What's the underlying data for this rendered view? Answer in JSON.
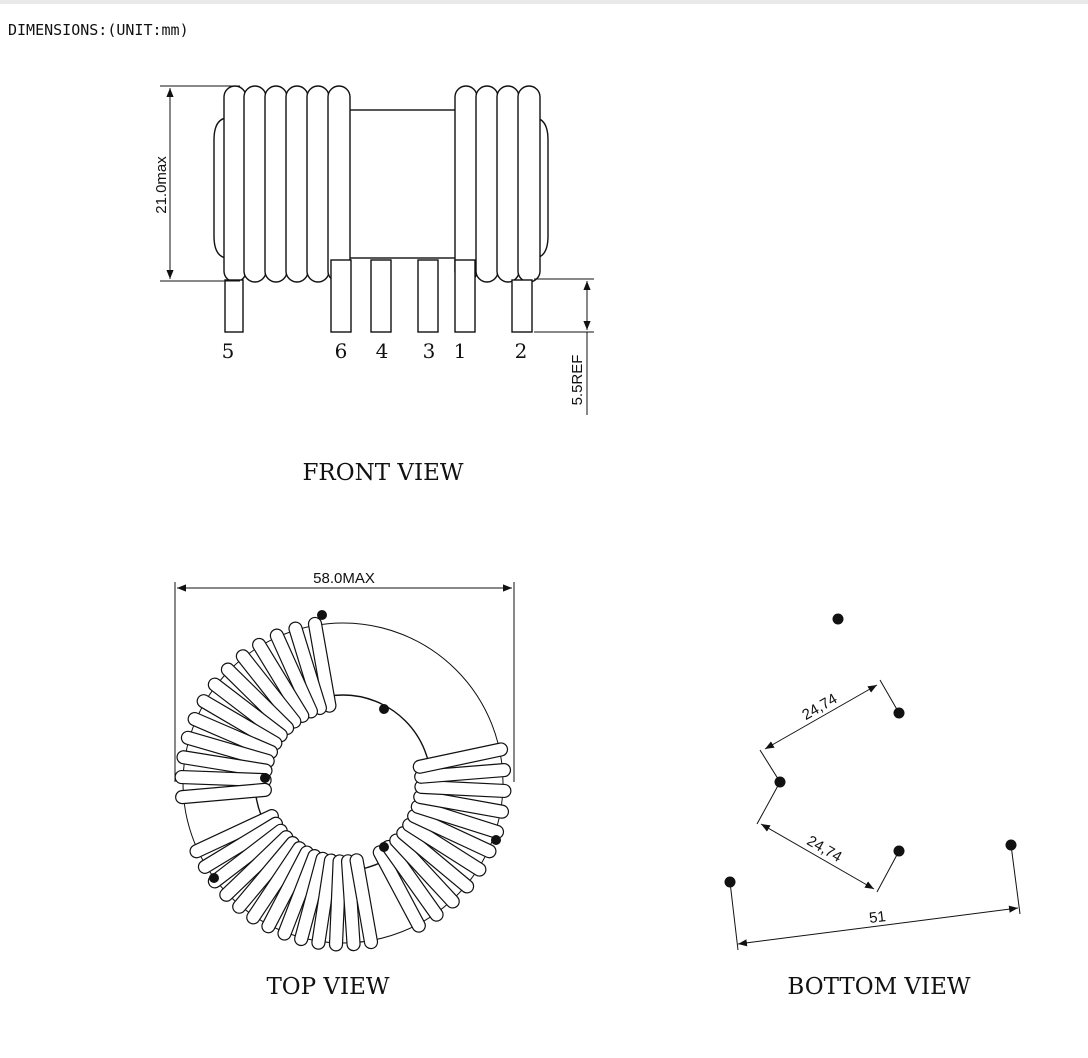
{
  "header": {
    "dimensions_note": "DIMENSIONS:(UNIT:mm)"
  },
  "front_view": {
    "title": "FRONT VIEW",
    "height_dim": "21.0max",
    "pin_length_dim": "5.5REF",
    "pins": [
      "5",
      "6",
      "4",
      "3",
      "1",
      "2"
    ]
  },
  "top_view": {
    "title": "TOP VIEW",
    "width_dim": "58.0MAX"
  },
  "bottom_view": {
    "title": "BOTTOM VIEW",
    "dim_upper": "24,74",
    "dim_lower": "24,74",
    "dim_width": "51"
  }
}
